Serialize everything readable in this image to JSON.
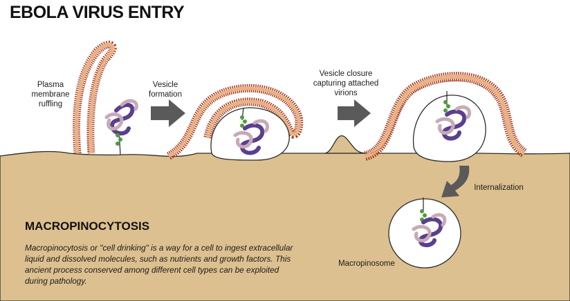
{
  "title": "EBOLA VIRUS ENTRY",
  "labels": {
    "ruffling": "Plasma membrane ruffling",
    "vesicle_formation": "Vesicle formation",
    "vesicle_closure": "Vesicle closure capturing attached virions",
    "internalization": "Internalization",
    "macropinosome": "Macropinosome"
  },
  "section": {
    "heading": "MACROPINOCYTOSIS",
    "description": "Macropinocytosis or \"cell drinking\" is a way for a cell to ingest extracellular liquid and dissolved molecules, such as nutrients and growth factors. This ancient process conserved among different cell types can be exploited during pathology."
  },
  "colors": {
    "cytoplasm": "#ddc08f",
    "membrane_core": "#e9b283",
    "membrane_edge": "#a8402a",
    "arrow": "#5a5a5a",
    "virus_green": "#4f9a3e",
    "virus_purple": "#5a3f8f",
    "virus_light": "#c7a9b8"
  }
}
